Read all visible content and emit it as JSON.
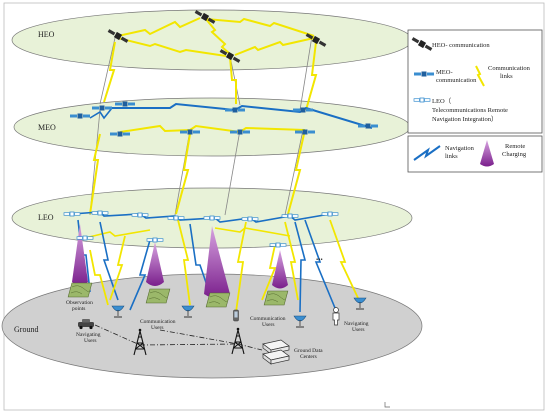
{
  "layers": {
    "heo": "HEO",
    "meo": "MEO",
    "leo": "LEO",
    "ground": "Ground"
  },
  "legend": {
    "heo_comm": "HEO- communication",
    "meo_comm_line1": "MEO-",
    "meo_comm_line2": "communication",
    "comm_links_line1": "Communication",
    "comm_links_line2": "links",
    "leo_line1": "LEO（",
    "leo_line2": "Telecommunications Remote",
    "leo_line3": "Navigation Integration）",
    "nav_links_line1": "Navigation",
    "nav_links_line2": "links",
    "remote_charging_line1": "Remote",
    "remote_charging_line2": "Charging"
  },
  "ground_labels": {
    "observation_line1": "Observation",
    "observation_line2": "points",
    "nav_users_left_line1": "Navigating",
    "nav_users_left_line2": "Users",
    "comm_users_left_line1": "Communication",
    "comm_users_left_line2": "Users",
    "comm_users_right_line1": "Communication",
    "comm_users_right_line2": "Users",
    "nav_users_right_line1": "Navigating",
    "nav_users_right_line2": "Users",
    "data_centers_line1": "Ground Data",
    "data_centers_line2": "Centers",
    "ellipsis": "..."
  },
  "colors": {
    "layer_fill": "#e8f2d8",
    "ground_fill": "#d0d0d0",
    "comm_link": "#f2e600",
    "nav_link": "#1a6fc4",
    "beam": "#7a1f8c",
    "satellite_blue": "#3a8ed0"
  }
}
